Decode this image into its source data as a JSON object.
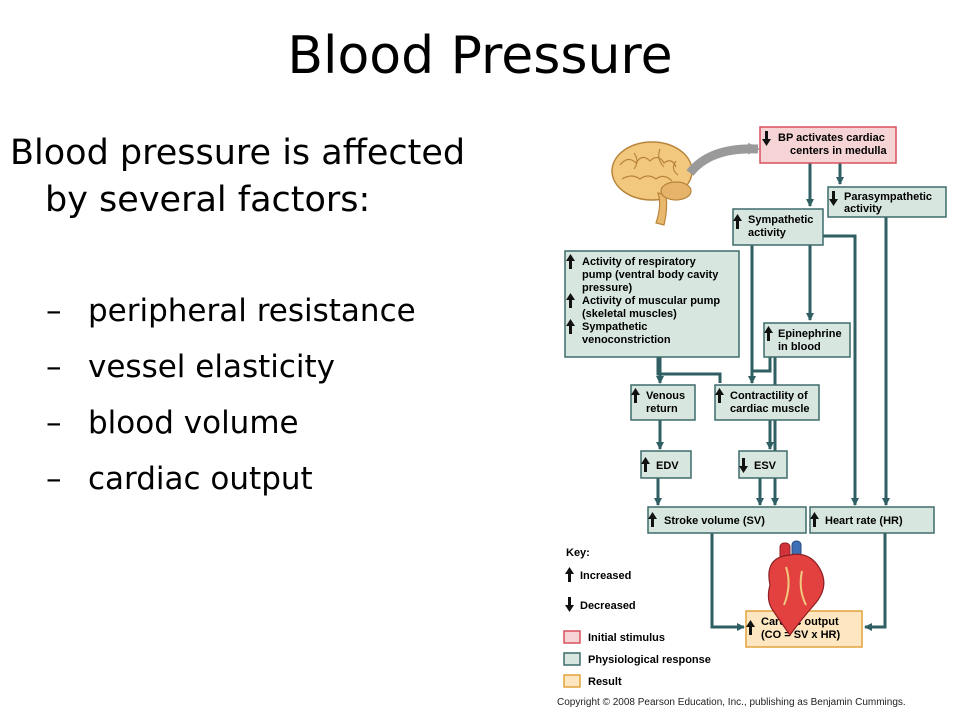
{
  "slide": {
    "title": "Blood Pressure",
    "intro": "Blood pressure is affected by several factors:",
    "bullets": [
      "peripheral resistance",
      "vessel elasticity",
      "blood volume",
      "cardiac output"
    ]
  },
  "diagram": {
    "nodes": {
      "bp_medulla": [
        "BP activates cardiac",
        "centers in medulla"
      ],
      "parasympathetic": [
        "Parasympathetic",
        "activity"
      ],
      "sympathetic": [
        "Sympathetic",
        "activity"
      ],
      "respiratory": [
        "Activity of respiratory",
        "pump (ventral body cavity",
        "pressure)",
        "Activity of muscular pump",
        "(skeletal muscles)",
        "Sympathetic",
        "venoconstriction"
      ],
      "epinephrine": [
        "Epinephrine",
        "in blood"
      ],
      "venous_return": [
        "Venous",
        "return"
      ],
      "contractility": [
        "Contractility of",
        "cardiac muscle"
      ],
      "edv": [
        "EDV"
      ],
      "esv": [
        "ESV"
      ],
      "stroke_volume": [
        "Stroke volume (SV)"
      ],
      "heart_rate": [
        "Heart rate (HR)"
      ],
      "cardiac_output": [
        "Cardiac output",
        "(CO = SV x HR)"
      ]
    },
    "key": {
      "title": "Key:",
      "increased": "Increased",
      "decreased": "Decreased",
      "initial_stimulus": "Initial stimulus",
      "physiological_response": "Physiological response",
      "result": "Result"
    },
    "colors": {
      "stimulus_fill": "#F6D3D5",
      "stimulus_border": "#D9515C",
      "response_fill": "#D8E6E0",
      "response_border": "#3E6B6B",
      "result_fill": "#FDE6C0",
      "result_border": "#E2A43C",
      "arrow": "#2F5F63"
    }
  },
  "copyright": "Copyright © 2008 Pearson Education, Inc., publishing as Benjamin Cummings."
}
